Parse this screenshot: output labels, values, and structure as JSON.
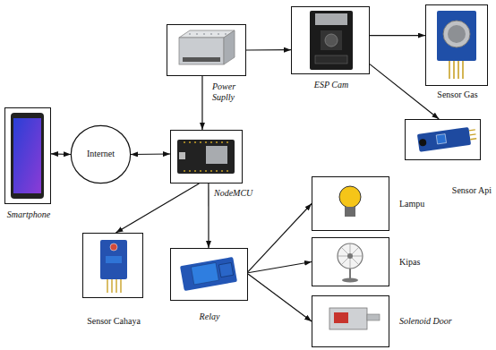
{
  "diagram": {
    "nodes": [
      {
        "text": [
          "Power Suplly"
        ]
      },
      {
        "text": [
          "ESP Cam"
        ]
      },
      {
        "text": [
          "Sensor Gas"
        ]
      },
      {
        "text": [
          "Smartphone"
        ]
      },
      {
        "text": [
          "Internet"
        ]
      },
      {
        "text": [
          "NodeMCU"
        ]
      },
      {
        "text": [
          "Sensor Api"
        ]
      },
      {
        "text": [
          "Lampu"
        ]
      },
      {
        "text": [
          "Kipas"
        ]
      },
      {
        "text": [
          "Sensor Cahaya"
        ]
      },
      {
        "text": [
          "Relay"
        ]
      },
      {
        "text": [
          "Solenoid Door"
        ]
      }
    ],
    "edges": [
      {
        "from": 3,
        "to": 4,
        "arrow": "both"
      },
      {
        "from": 4,
        "to": 5,
        "arrow": "both"
      },
      {
        "from": 0,
        "to": 5,
        "arrow": "to"
      },
      {
        "from": 0,
        "to": 1,
        "arrow": "to"
      },
      {
        "from": 1,
        "to": 2,
        "arrow": "to"
      },
      {
        "from": 1,
        "to": 6,
        "arrow": "to"
      },
      {
        "from": 5,
        "to": 9,
        "arrow": "to"
      },
      {
        "from": 5,
        "to": 10,
        "arrow": "to"
      },
      {
        "from": 10,
        "to": 7,
        "arrow": "to"
      },
      {
        "from": 10,
        "to": 8,
        "arrow": "to"
      },
      {
        "from": 10,
        "to": 11,
        "arrow": "to"
      }
    ]
  }
}
